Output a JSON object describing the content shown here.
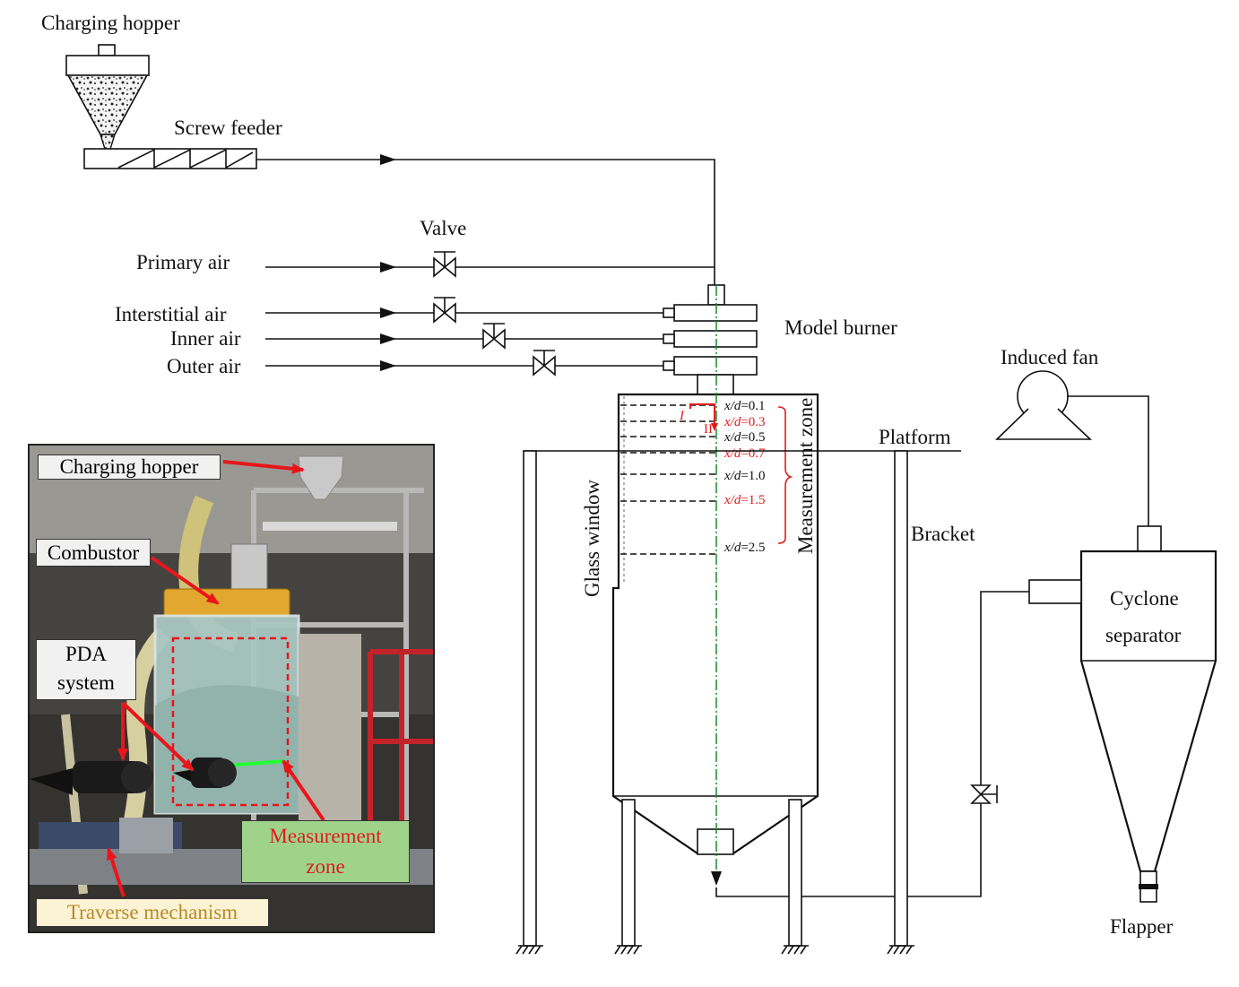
{
  "labels": {
    "charging_hopper": "Charging hopper",
    "screw_feeder": "Screw feeder",
    "valve": "Valve",
    "primary_air": "Primary air",
    "interstitial_air": "Interstitial air",
    "inner_air": "Inner air",
    "outer_air": "Outer air",
    "model_burner": "Model burner",
    "induced_fan": "Induced fan",
    "platform": "Platform",
    "bracket": "Bracket",
    "glass_window": "Glass window",
    "measurement_zone": "Measurement zone",
    "cyclone_line1": "Cyclone",
    "cyclone_line2": "separator",
    "flapper": "Flapper",
    "flow_I": "I",
    "flow_II": "II"
  },
  "measurement_stations": [
    {
      "prefix": "x/d",
      "value": "=0.1",
      "highlight": false
    },
    {
      "prefix": "x/d",
      "value": "=0.3",
      "highlight": true
    },
    {
      "prefix": "x/d",
      "value": "=0.5",
      "highlight": false
    },
    {
      "prefix": "x/d",
      "value": "=0.7",
      "highlight": true
    },
    {
      "prefix": "x/d",
      "value": "=1.0",
      "highlight": false
    },
    {
      "prefix": "x/d",
      "value": "=1.5",
      "highlight": true
    },
    {
      "prefix": "x/d",
      "value": "=2.5",
      "highlight": false
    }
  ],
  "photo_labels": {
    "charging_hopper": "Charging hopper",
    "combustor": "Combustor",
    "pda_line1": "PDA",
    "pda_line2": "system",
    "measurement_line1": "Measurement",
    "measurement_line2": "zone",
    "traverse": "Traverse mechanism"
  },
  "colors": {
    "highlight": "#e01b1b",
    "centerline": "#1a8a2a",
    "arrow": "#e8161b",
    "laser": "#22ff33",
    "traverse_text": "#b8892a",
    "measurement_box": "#9fd38c",
    "traverse_box": "#fbf3d3",
    "label_box": "#f1f1f1"
  }
}
